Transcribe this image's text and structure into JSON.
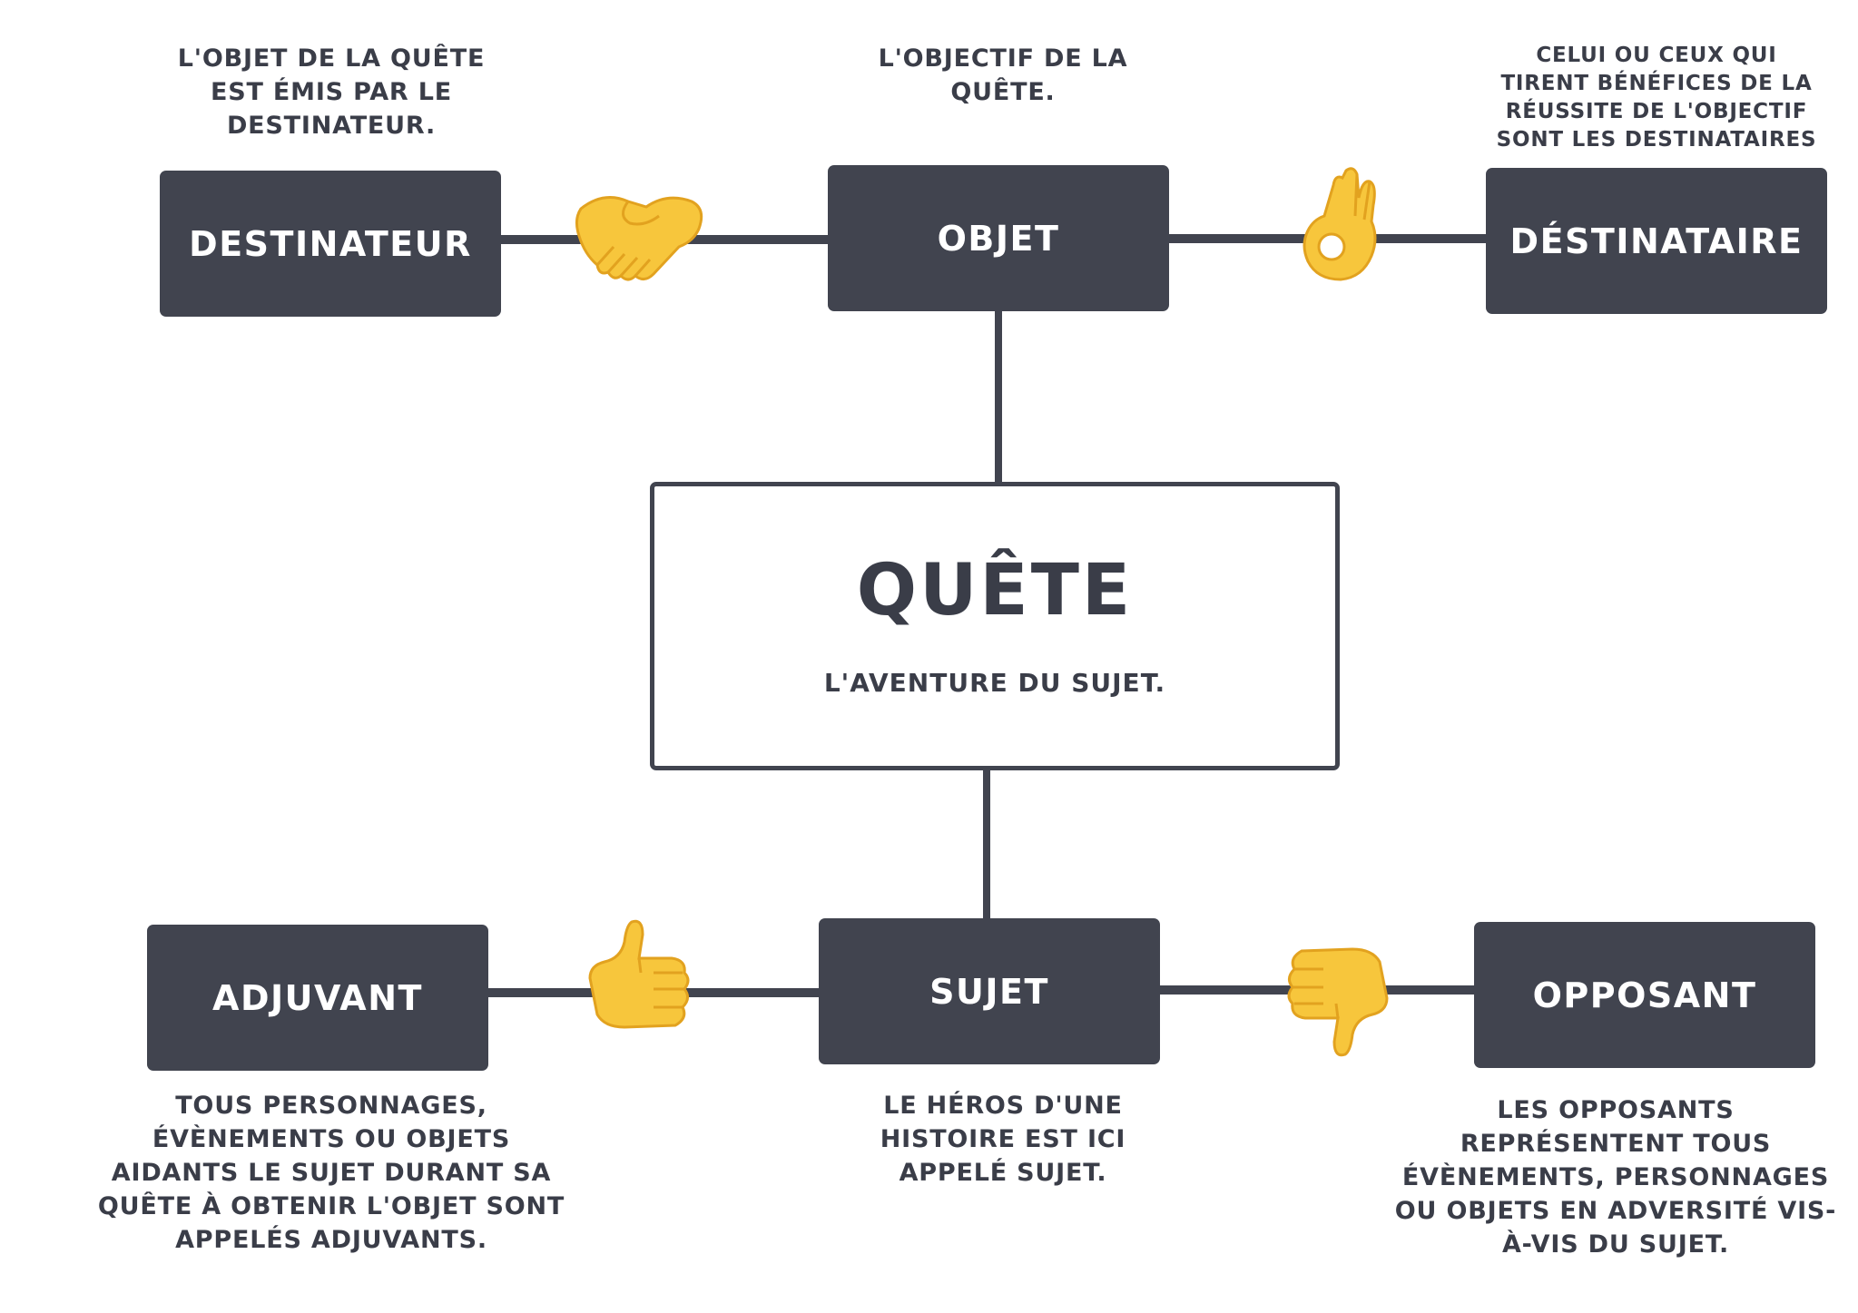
{
  "nodes": {
    "destinateur": "DESTINATEUR",
    "objet": "OBJET",
    "destinataire": "DÉSTINATAIRE",
    "adjuvant": "ADJUVANT",
    "sujet": "SUJET",
    "opposant": "OPPOSANT"
  },
  "quest": {
    "title": "QUÊTE",
    "subtitle": "L'AVENTURE DU SUJET."
  },
  "captions": {
    "destinateur": "L'OBJET DE LA QUÊTE EST ÉMIS PAR LE DESTINATEUR.",
    "objet": "L'OBJECTIF DE LA QUÊTE.",
    "destinataire": "CELUI OU CEUX QUI TIRENT BÉNÉFICES DE LA RÉUSSITE DE L'OBJECTIF SONT LES DESTINATAIRES",
    "adjuvant": "TOUS PERSONNAGES, ÉVÈNEMENTS OU OBJETS AIDANTS LE SUJET DURANT SA QUÊTE À OBTENIR L'OBJET SONT APPELÉS ADJUVANTS.",
    "sujet": "LE HÉROS D'UNE HISTOIRE EST ICI APPELÉ SUJET.",
    "opposant": "LES OPPOSANTS REPRÉSENTENT TOUS ÉVÈNEMENTS, PERSONNAGES OU OBJETS EN ADVERSITÉ VIS-À-VIS DU SUJET."
  },
  "icons": [
    "handshake-icon",
    "ok-hand-icon",
    "thumbs-up-icon",
    "thumbs-down-icon"
  ],
  "colors": {
    "box": "#41444f",
    "text": "#3a3d48",
    "emoji": "#f7c63c",
    "emoji_outline": "#e2a21f"
  }
}
